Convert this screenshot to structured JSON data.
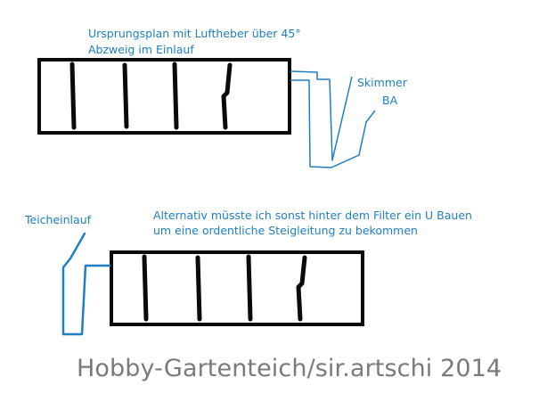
{
  "colors": {
    "ink": "#0a0a0a",
    "water": "#1f7fc4",
    "watermark": "#7a7a7a",
    "background": "#ffffff"
  },
  "labels": {
    "plan1_line1": "Ursprungsplan mit Luftheber über 45°",
    "plan1_line2": "Abzweig im Einlauf",
    "skimmer": "Skimmer",
    "ba": "BA",
    "pond_inlet": "Teicheinlauf",
    "alt_line1": "Alternativ müsste ich sonst hinter dem Filter ein U Bauen",
    "alt_line2": "um eine ordentliche Steigleitung zu bekommen"
  },
  "watermark": "Hobby-Gartenteich/sir.artschi 2014"
}
